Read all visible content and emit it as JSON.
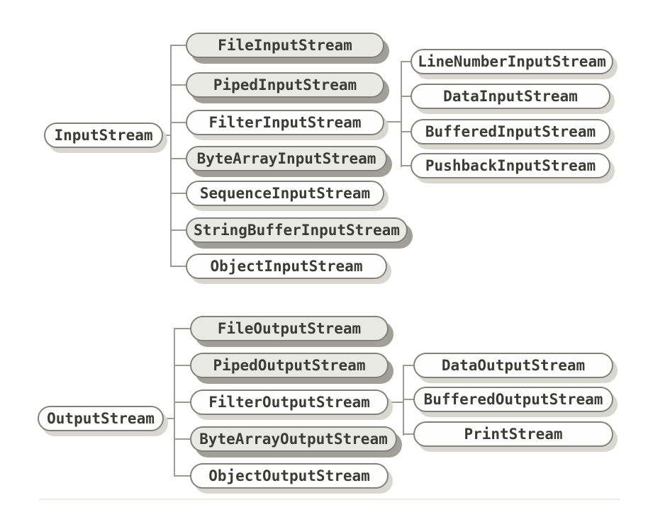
{
  "colors": {
    "background": "#ffffff",
    "box_gray_fill": "#eaeae5",
    "box_white_fill": "#fefefe",
    "box_border": "#82827c",
    "shadow_gray": "#a0a098",
    "shadow_white": "#d8d8d1",
    "line": "#9c9c96",
    "text": "#3b3b38",
    "faint_rule": "#ebebe7"
  },
  "input_tree": {
    "root": {
      "label": "InputStream",
      "shaded": false
    },
    "children": [
      {
        "label": "FileInputStream",
        "shaded": true
      },
      {
        "label": "PipedInputStream",
        "shaded": true
      },
      {
        "label": "FilterInputStream",
        "shaded": false
      },
      {
        "label": "ByteArrayInputStream",
        "shaded": true
      },
      {
        "label": "SequenceInputStream",
        "shaded": false
      },
      {
        "label": "StringBufferInputStream",
        "shaded": true
      },
      {
        "label": "ObjectInputStream",
        "shaded": false
      }
    ],
    "filter_children": [
      {
        "label": "LineNumberInputStream",
        "shaded": false
      },
      {
        "label": "DataInputStream",
        "shaded": false
      },
      {
        "label": "BufferedInputStream",
        "shaded": false
      },
      {
        "label": "PushbackInputStream",
        "shaded": false
      }
    ]
  },
  "output_tree": {
    "root": {
      "label": "OutputStream",
      "shaded": false
    },
    "children": [
      {
        "label": "FileOutputStream",
        "shaded": true
      },
      {
        "label": "PipedOutputStream",
        "shaded": true
      },
      {
        "label": "FilterOutputStream",
        "shaded": false
      },
      {
        "label": "ByteArrayOutputStream",
        "shaded": true
      },
      {
        "label": "ObjectOutputStream",
        "shaded": false
      }
    ],
    "filter_children": [
      {
        "label": "DataOutputStream",
        "shaded": false
      },
      {
        "label": "BufferedOutputStream",
        "shaded": false
      },
      {
        "label": "PrintStream",
        "shaded": false
      }
    ]
  }
}
